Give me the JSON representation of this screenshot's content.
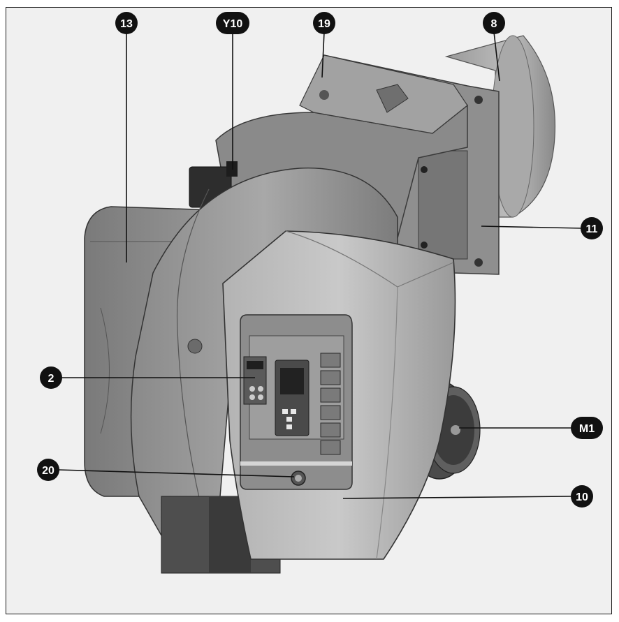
{
  "diagram": {
    "subject": "burner",
    "callouts": [
      {
        "id": "c13",
        "label": "13"
      },
      {
        "id": "cY10",
        "label": "Y10"
      },
      {
        "id": "c19",
        "label": "19"
      },
      {
        "id": "c8",
        "label": "8"
      },
      {
        "id": "c11",
        "label": "11"
      },
      {
        "id": "c2",
        "label": "2"
      },
      {
        "id": "cM1",
        "label": "M1"
      },
      {
        "id": "c20",
        "label": "20"
      },
      {
        "id": "c10",
        "label": "10"
      }
    ],
    "colors": {
      "background": "#f0f0f0",
      "badge_fill": "#111111",
      "badge_text": "#ffffff",
      "body_light": "#c4c4c4",
      "body_mid": "#8e8e8e",
      "body_dark": "#4a4a4a",
      "display": "#222222"
    }
  }
}
